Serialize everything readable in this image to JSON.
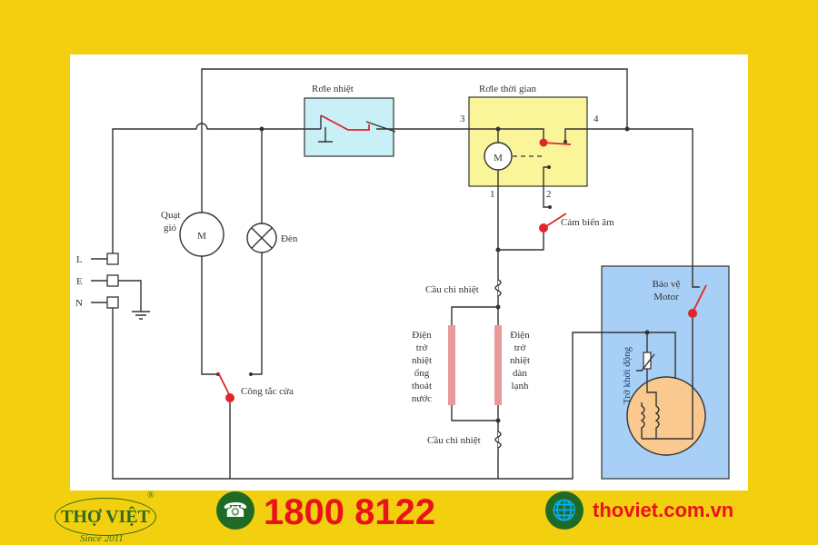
{
  "diagram": {
    "rele_nhiet": "Rơle nhiệt",
    "rele_thoi_gian": "Rơle thời gian",
    "terminals": {
      "t1": "1",
      "t2": "2",
      "t3": "3",
      "t4": "4"
    },
    "motor_symbol": "M",
    "quat_gio": [
      "Quạt",
      "gió"
    ],
    "den": "Đèn",
    "cong_tac_cua": "Công tắc cửa",
    "cam_bien_am": "Cảm biến âm",
    "cau_chi_nhiet_top": "Cầu chì nhiệt",
    "cau_chi_nhiet_bottom": "Cầu chì nhiệt",
    "dien_tro_ong": [
      "Điện",
      "trở",
      "nhiệt",
      "ống",
      "thoát",
      "nước"
    ],
    "dien_tro_dan": [
      "Điện",
      "trở",
      "nhiệt",
      "dàn",
      "lạnh"
    ],
    "bao_ve_motor": [
      "Bảo vệ",
      "Motor"
    ],
    "tro_khoi_dong": "Trở khởi động",
    "power": {
      "L": "L",
      "E": "E",
      "N": "N"
    }
  },
  "footer": {
    "brand": "THỢ VIỆT",
    "since": "Since 2011",
    "reg": "®",
    "phone": "1800 8122",
    "website": "thoviet.com.vn",
    "phone_icon": "phone-icon",
    "globe_icon": "globe-icon"
  },
  "colors": {
    "background": "#f3d00f",
    "relay": "#c9f0f7",
    "timer": "#fbf59a",
    "motor_box": "#a8cff5",
    "motor": "#f9c98f",
    "heater": "#e89a9a",
    "accent_red": "#e8141a"
  }
}
